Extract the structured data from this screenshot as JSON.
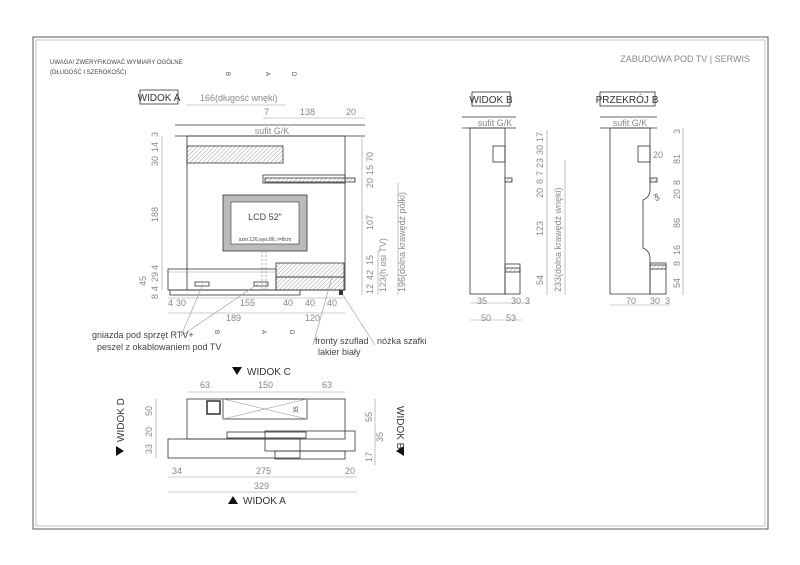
{
  "header": {
    "note_line1": "UWAGA! ZWERYFIKOWAĆ WYMIARY OGÓLNE",
    "note_line2": "(DŁUGOŚĆ I SZEROKOŚĆ)",
    "title": "ZABUDOWA POD TV | SERWIS"
  },
  "section_markers": {
    "b": "B",
    "a": "A",
    "d": "D"
  },
  "widok_a": {
    "label": "WIDOK A",
    "recess_length": "166(długość wnęki)",
    "top_dims": [
      "7",
      "138",
      "20"
    ],
    "ceiling": "sufit G/K",
    "tv_label": "LCD 52\"",
    "tv_dims": "szer.126,wys.86, t=8cm",
    "left_dims": [
      "30",
      "14",
      "3",
      "188",
      "45",
      "29",
      "4",
      "8",
      "4"
    ],
    "right_dims": [
      "70",
      "20",
      "15",
      "107",
      "12",
      "42",
      "15"
    ],
    "tv_axis": "123(h osi TV)",
    "shelf_bottom": "196(dolna krawędź półki)",
    "bottom_dims": [
      "4",
      "30",
      "155",
      "40",
      "40",
      "40"
    ],
    "bottom_totals": [
      "189",
      "120"
    ],
    "callout_sockets": "gniazda pod sprzęt RTV+",
    "callout_conduit": "peszel z okablowaniem pod TV",
    "callout_fronts": "fronty szuflad",
    "callout_finish": "lakier biały",
    "callout_leg": "nóżka szafki"
  },
  "widok_b": {
    "label": "WIDOK B",
    "ceiling": "sufit G/K",
    "right_dims": [
      "17",
      "30",
      "23",
      "7",
      "8",
      "20",
      "123",
      "54"
    ],
    "recess_edge": "233(dolna krawędź wnęki)",
    "bottom_dims": [
      "35",
      "30",
      "3"
    ],
    "bottom_totals": [
      "50",
      "53"
    ]
  },
  "przekroj_b": {
    "label": "PRZEKRÓJ B",
    "ceiling": "sufit G/K",
    "inner_dims": [
      "20",
      "R5"
    ],
    "right_dims": [
      "3",
      "81",
      "8",
      "20",
      "86",
      "16",
      "8",
      "54"
    ],
    "bottom_dims": [
      "70",
      "30",
      "3"
    ]
  },
  "plan": {
    "widok_c": "WIDOK C",
    "widok_d": "WIDOK D",
    "widok_b": "WIDOK B",
    "widok_a": "WIDOK A",
    "top_dims": [
      "63",
      "150",
      "63"
    ],
    "inner_dim": "35",
    "left_dims": [
      "50",
      "20",
      "33"
    ],
    "right_dims": [
      "55",
      "35",
      "17"
    ],
    "bottom_dims": [
      "34",
      "275",
      "20"
    ],
    "total": "329"
  }
}
